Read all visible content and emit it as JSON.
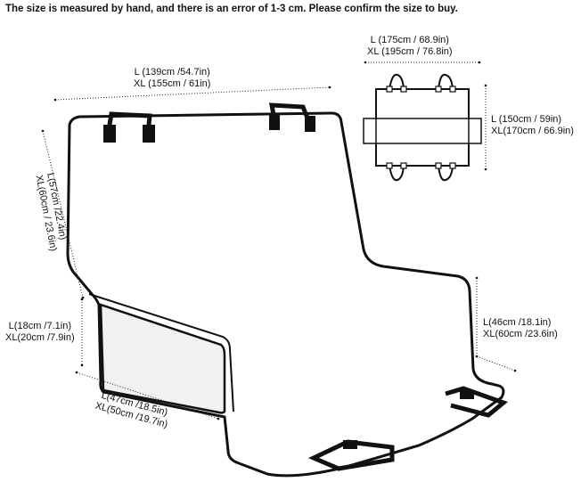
{
  "note": "The size is measured by hand, and there is an error of 1-3 cm. Please confirm the size to buy.",
  "dimensions": {
    "seat_width": {
      "l": "L (139cm /54.7in)",
      "xl": "XL (155cm / 61in)"
    },
    "backrest_height": {
      "l": "L(57cm /22.4in)",
      "xl": "XL(60cm / 23.6in)"
    },
    "side_flap": {
      "l": "L(18cm /7.1in)",
      "xl": "XL(20cm /7.9in)"
    },
    "seat_depth": {
      "l": "L(47cm /18.5in)",
      "xl": "XL(50cm /19.7in)"
    },
    "front_flap": {
      "l": "L(46cm /18.1in)",
      "xl": "XL(60cm /23.6in)"
    },
    "flat_width": {
      "l": "L (175cm / 68.9in)",
      "xl": "XL (195cm / 76.8in)"
    },
    "flat_length": {
      "l": "L (150cm / 59in)",
      "xl": "XL(170cm / 66.9in)"
    }
  }
}
